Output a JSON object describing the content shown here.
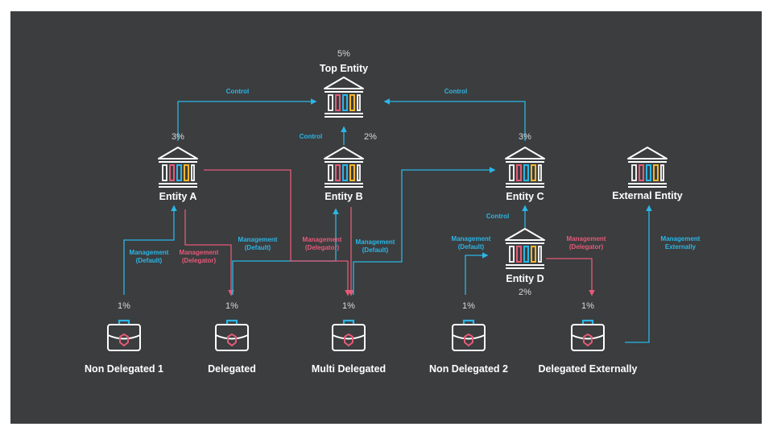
{
  "colors": {
    "background": "#3b3d3f",
    "control": "#2bb6e6",
    "delegator": "#e65a78",
    "icon_stroke": "#ffffff",
    "bar_pink": "#e65a78",
    "bar_blue": "#2bb6e6",
    "bar_yellow": "#f2b62a"
  },
  "nodes": {
    "top_entity": {
      "name": "Top Entity",
      "percent": "5%",
      "icon": "bank-icon"
    },
    "entity_a": {
      "name": "Entity A",
      "percent": "3%",
      "icon": "bank-icon"
    },
    "entity_b": {
      "name": "Entity B",
      "percent": "2%",
      "icon": "bank-icon"
    },
    "entity_c": {
      "name": "Entity C",
      "percent": "3%",
      "icon": "bank-icon"
    },
    "external_entity": {
      "name": "External Entity",
      "icon": "bank-icon"
    },
    "entity_d": {
      "name": "Entity D",
      "percent": "2%",
      "icon": "bank-icon"
    },
    "non_delegated_1": {
      "name": "Non Delegated 1",
      "percent": "1%",
      "icon": "briefcase-icon"
    },
    "delegated": {
      "name": "Delegated",
      "percent": "1%",
      "icon": "briefcase-icon"
    },
    "multi_delegated": {
      "name": "Multi Delegated",
      "percent": "1%",
      "icon": "briefcase-icon"
    },
    "non_delegated_2": {
      "name": "Non Delegated 2",
      "percent": "1%",
      "icon": "briefcase-icon"
    },
    "delegated_externally": {
      "name": "Delegated Externally",
      "percent": "1%",
      "icon": "briefcase-icon"
    }
  },
  "edge_labels": {
    "control_a_top": "Control",
    "control_c_top": "Control",
    "control_b_top": "Control",
    "control_d_c": "Control",
    "nd1_mgmt_line1": "Management",
    "nd1_mgmt_line2": "(Default)",
    "del_a_line1": "Management",
    "del_a_line2": "(Delegator)",
    "del_b_line1": "Management",
    "del_b_line2": "(Default)",
    "multi_b_line1": "Management",
    "multi_b_line2": "(Delegator)",
    "multi_c_line1": "Management",
    "multi_c_line2": "(Default)",
    "nd2_mgmt_line1": "Management",
    "nd2_mgmt_line2": "(Default)",
    "dext_d_line1": "Management",
    "dext_d_line2": "(Delegator)",
    "dext_ext_line1": "Management",
    "dext_ext_line2": "Externally"
  }
}
